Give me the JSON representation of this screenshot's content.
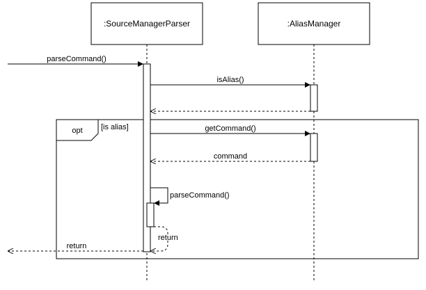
{
  "diagram": {
    "type": "sequence",
    "participants": [
      {
        "name": ":SourceManagerParser"
      },
      {
        "name": ":AliasManager"
      }
    ],
    "fragment": {
      "operator": "opt",
      "guard": "[is alias]"
    },
    "messages": [
      {
        "label": "parseCommand()",
        "from": "external",
        "to": ":SourceManagerParser",
        "kind": "sync"
      },
      {
        "label": "isAlias()",
        "from": ":SourceManagerParser",
        "to": ":AliasManager",
        "kind": "sync"
      },
      {
        "label": "",
        "from": ":AliasManager",
        "to": ":SourceManagerParser",
        "kind": "return"
      },
      {
        "label": "getCommand()",
        "from": ":SourceManagerParser",
        "to": ":AliasManager",
        "kind": "sync"
      },
      {
        "label": "command",
        "from": ":AliasManager",
        "to": ":SourceManagerParser",
        "kind": "return"
      },
      {
        "label": "parseCommand()",
        "from": ":SourceManagerParser",
        "to": ":SourceManagerParser",
        "kind": "self"
      },
      {
        "label": "return",
        "from": ":SourceManagerParser",
        "to": ":SourceManagerParser",
        "kind": "self-return"
      },
      {
        "label": "return",
        "from": ":SourceManagerParser",
        "to": "external",
        "kind": "return"
      }
    ],
    "colors": {
      "line": "#000000",
      "background": "#ffffff"
    }
  }
}
